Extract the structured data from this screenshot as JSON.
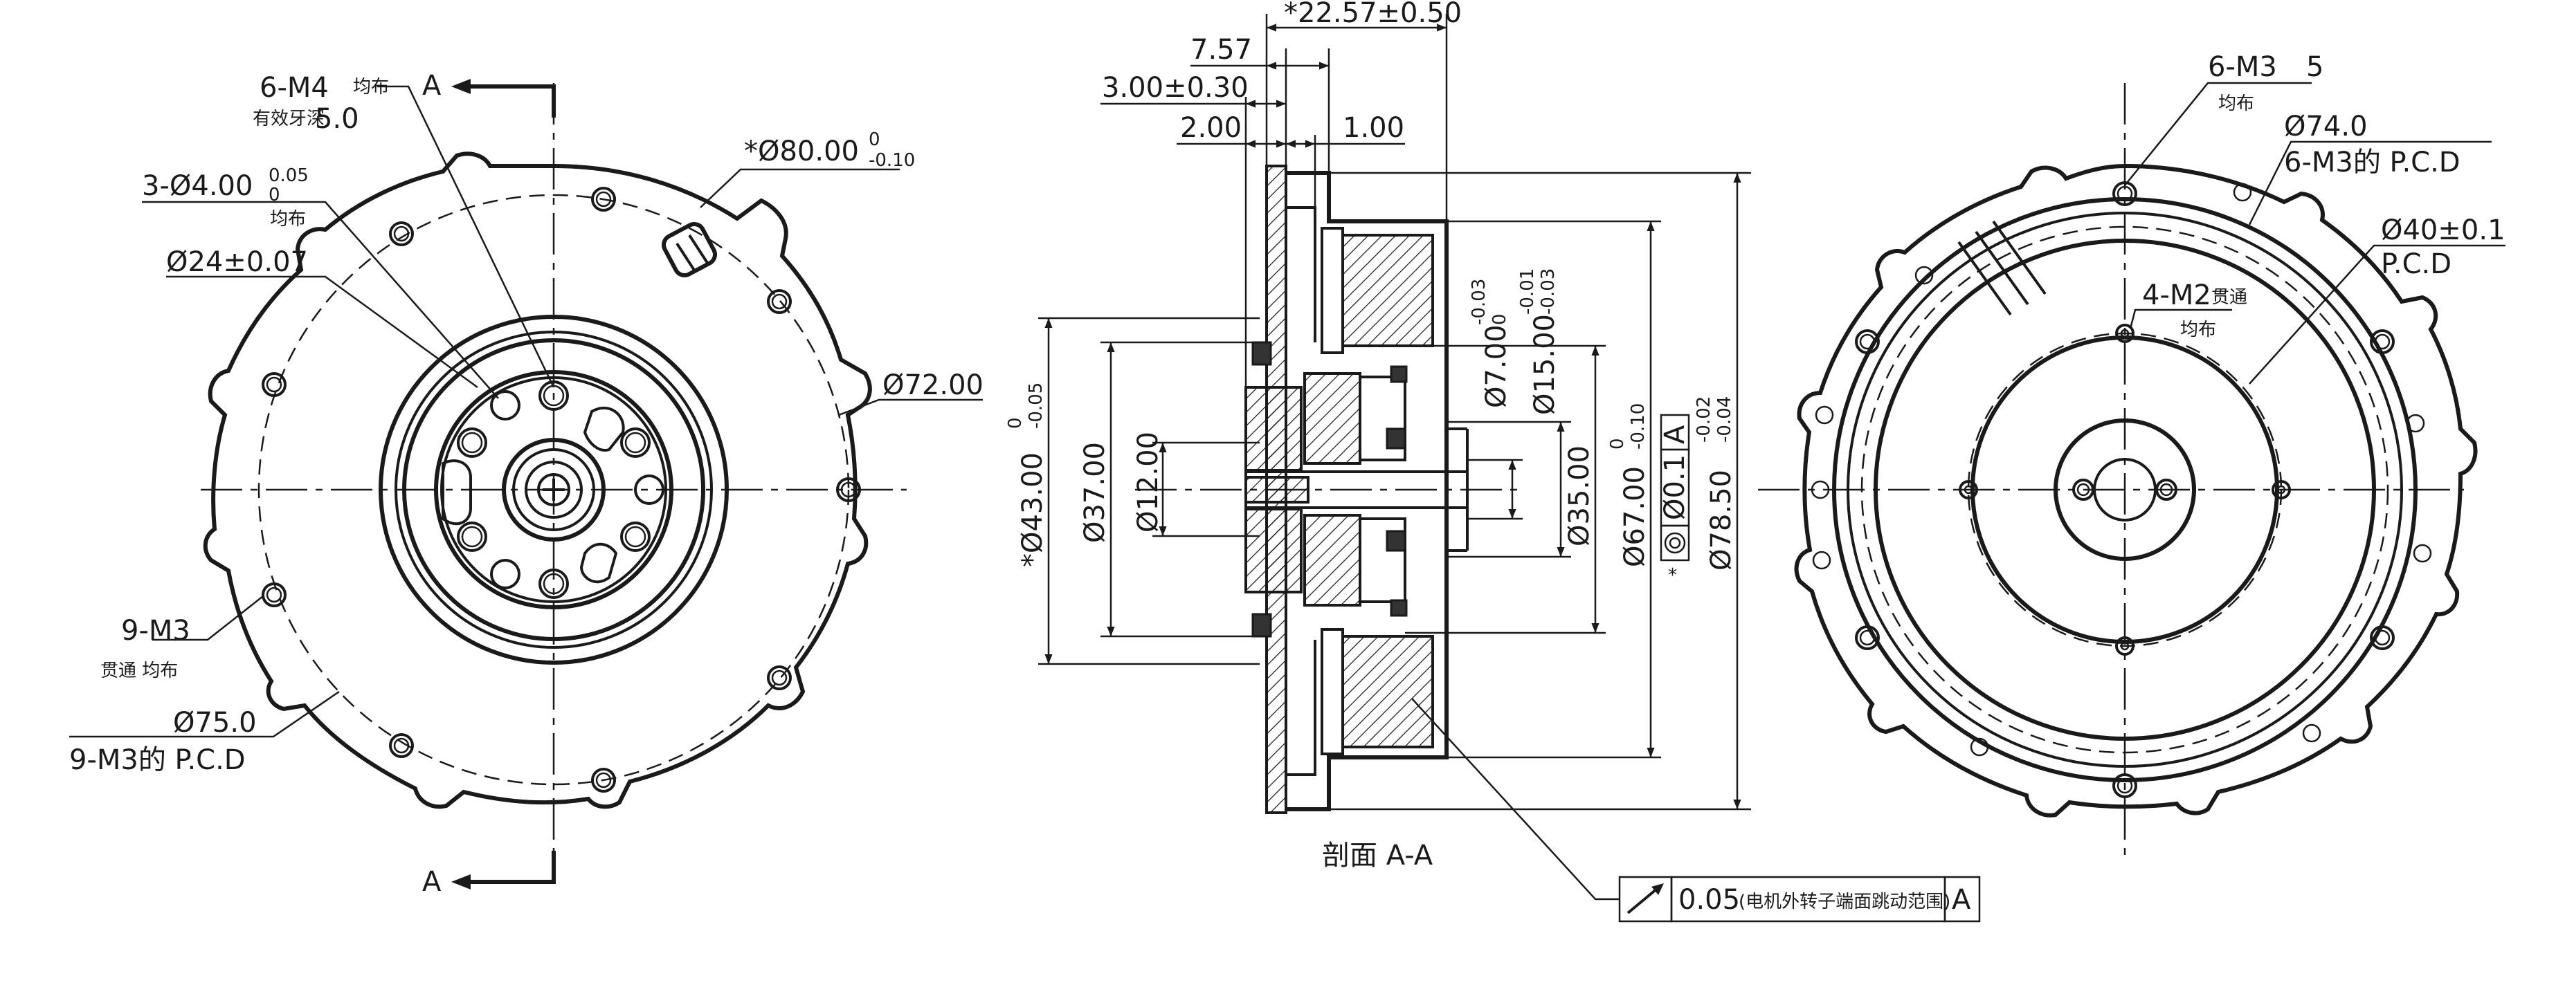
{
  "front_view": {
    "section_marker": "A",
    "tapped_holes": "6-M4",
    "tapped_holes_note_1": "均布",
    "tapped_holes_note_2": "有效牙深",
    "tapped_depth": "5.0",
    "pin_holes_prefix": "3-Ø4.00",
    "pin_holes_tol_upper": "0.05",
    "pin_holes_tol_lower": "0",
    "pin_holes_note": "均布",
    "hub_dia": "Ø24±0.07",
    "outer_dia_prefix": "*Ø80.00",
    "outer_dia_tol_upper": "0",
    "outer_dia_tol_lower": "-0.10",
    "body_dia": "Ø72.00",
    "mount_holes": "9-M3",
    "mount_holes_note": "贯通  均布",
    "pcd_dia": "Ø75.0",
    "pcd_label": "9-M3的 P.C.D"
  },
  "section_view": {
    "title": "剖面 A-A",
    "dim_top": "*22.57±0.50",
    "dim_757": "7.57",
    "dim_300": "3.00±0.30",
    "dim_200": "2.00",
    "dim_100": "1.00",
    "dia_43": "*Ø43.00",
    "dia_43_tol_upper": "0",
    "dia_43_tol_lower": "-0.05",
    "dia_37": "Ø37.00",
    "dia_12": "Ø12.00",
    "dia_7": "Ø7.00",
    "dia_7_tol_upper": "-0.03",
    "dia_7_tol_lower": "0",
    "dia_15": "Ø15.00",
    "dia_15_tol_upper": "-0.01",
    "dia_15_tol_lower": "-0.03",
    "dia_35": "Ø35.00",
    "dia_67": "Ø67.00",
    "dia_67_tol_upper": "0",
    "dia_67_tol_lower": "-0.10",
    "dia_785": "Ø78.50",
    "dia_785_tol_upper": "-0.02",
    "dia_785_tol_lower": "-0.04",
    "concentricity_value": "Ø0.1",
    "datum": "A",
    "asterisk": "*",
    "runout_value": "0.05",
    "runout_note": "(电机外转子端面跳动范围)"
  },
  "back_view": {
    "tapped_holes": "6-M3",
    "tapped_depth": "5",
    "tapped_note": "均布",
    "pcd_dia": "Ø74.0",
    "pcd_label": "6-M3的 P.C.D",
    "small_pcd_dia": "Ø40±0.1",
    "small_pcd_label": "P.C.D",
    "m2_holes": "4-M2",
    "m2_note_1": "贯通",
    "m2_note_2": "均布"
  }
}
